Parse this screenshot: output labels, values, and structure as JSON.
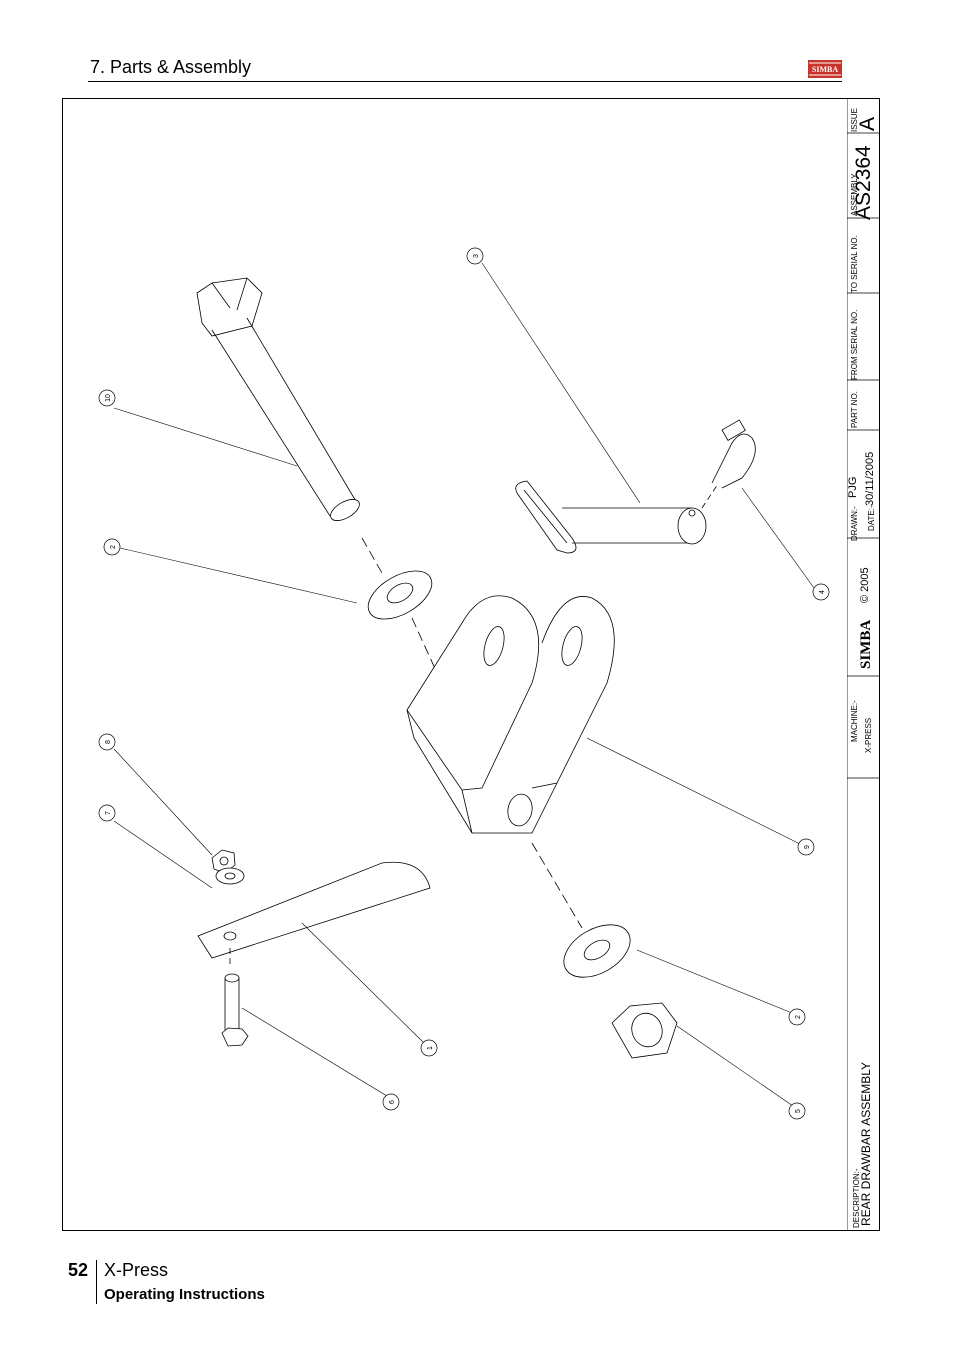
{
  "header": {
    "section_title": "7. Parts & Assembly",
    "logo_text": "SIMBA"
  },
  "drawing": {
    "callouts": [
      "3",
      "10",
      "2",
      "4",
      "8",
      "7",
      "9",
      "2",
      "1",
      "5",
      "6"
    ]
  },
  "title_block": {
    "issue_label": "ISSUE",
    "issue_value": "A",
    "assembly_label": "ASSEMBLY",
    "assembly_value": "AS2364",
    "to_serial_label": "TO SERIAL NO.",
    "from_serial_label": "FROM SERIAL NO.",
    "part_no_label": "PART NO.",
    "drawn_label": "DRAWN:-",
    "drawn_value": "PJG",
    "date_label": "DATE:-",
    "date_value": "30/11/2005",
    "copyright": "© 2005",
    "brand": "SIMBA",
    "machine_label": "MACHINE:-",
    "machine_value": "X-PRESS",
    "description_label": "DESCRIPTION:-",
    "description_value": "REAR DRAWBAR ASSEMBLY"
  },
  "footer": {
    "page_number": "52",
    "product": "X-Press",
    "subtitle": "Operating Instructions"
  },
  "colors": {
    "logo_red": "#c8332b",
    "line": "#000000"
  }
}
